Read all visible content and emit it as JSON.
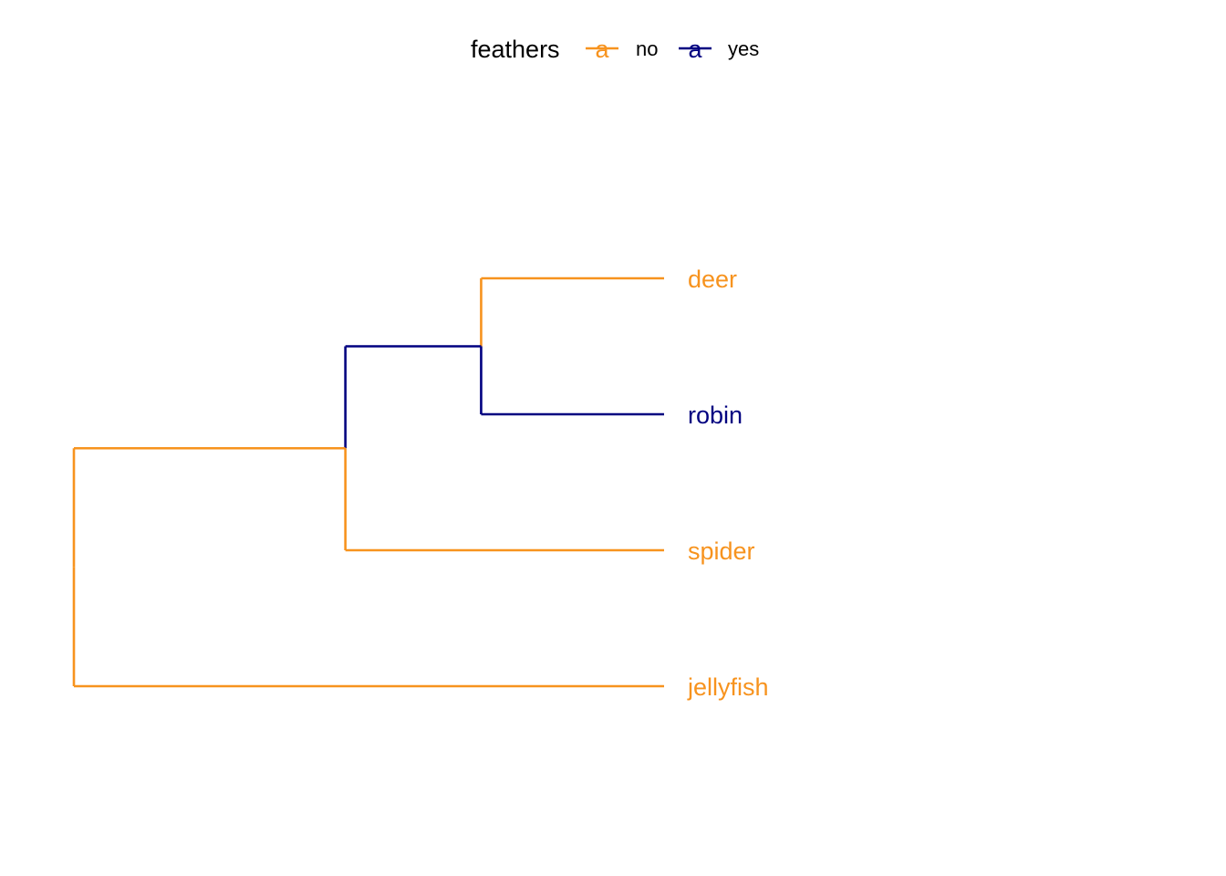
{
  "legend": {
    "title": "feathers",
    "glyph": "a",
    "items": [
      {
        "label": "no",
        "color": "#F7931E"
      },
      {
        "label": "yes",
        "color": "#000080"
      }
    ]
  },
  "tree": {
    "leaves": [
      {
        "label": "deer",
        "group": "no"
      },
      {
        "label": "robin",
        "group": "yes"
      },
      {
        "label": "spider",
        "group": "no"
      },
      {
        "label": "jellyfish",
        "group": "no"
      }
    ],
    "merges": [
      {
        "left": "deer",
        "right": "robin",
        "height": 0.31
      },
      {
        "left": "deer+robin",
        "right": "spider",
        "height": 0.54
      },
      {
        "left": "deer+robin+spider",
        "right": "jellyfish",
        "height": 1.0
      }
    ],
    "segment_groups": {
      "deer": "no",
      "robin": "yes",
      "deer+robin": "yes",
      "spider": "no",
      "deer+robin+spider": "no",
      "jellyfish": "no"
    }
  },
  "colors": {
    "no": "#F7931E",
    "yes": "#000080"
  }
}
